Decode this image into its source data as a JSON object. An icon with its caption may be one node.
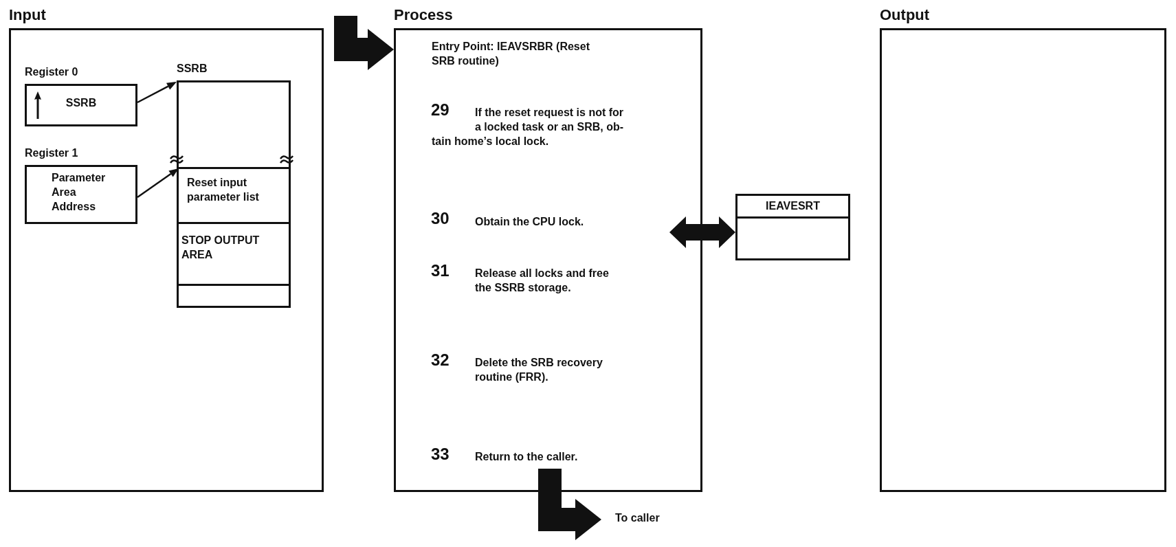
{
  "diagram": {
    "nodes": [
      {
        "text": [
          "Input"
        ]
      },
      {
        "text": [
          "Process",
          "Entry Point: IEAVSRBR (Reset SRB routine)",
          "29",
          "If the reset request is not for a locked task or an SRB, ob- tain home’s local lock.",
          "30",
          "Obtain the CPU lock.",
          "31",
          "Release all locks and free the SSRB storage.",
          "32",
          "Delete the SRB recovery routine (FRR).",
          "33",
          "Return to the caller."
        ]
      },
      {
        "text": [
          "Output"
        ]
      },
      {
        "text": [
          "Register 0",
          "SSRB"
        ],
        "in": 0
      },
      {
        "text": [
          "Register 1",
          "Parameter Area Address"
        ],
        "in": 0
      },
      {
        "text": [
          "SSRB"
        ],
        "in": 0
      },
      {
        "text": [
          "Reset input parameter list"
        ],
        "in": 5
      },
      {
        "text": [
          "STOP OUTPUT AREA"
        ],
        "in": 5
      },
      {
        "text": [],
        "shape": "box",
        "in": 5
      },
      {
        "text": [
          "IEAVESRT"
        ]
      },
      {
        "text": [
          "To caller"
        ]
      }
    ],
    "edges": [
      {
        "from": 3,
        "to": 5,
        "arrow": "to"
      },
      {
        "from": 4,
        "to": 6,
        "arrow": "to"
      },
      {
        "from": null,
        "to": 1,
        "arrow": "to"
      },
      {
        "from": 1,
        "to": 10,
        "arrow": "to"
      },
      {
        "from": 9,
        "to": 1,
        "arrow": "both"
      }
    ]
  }
}
